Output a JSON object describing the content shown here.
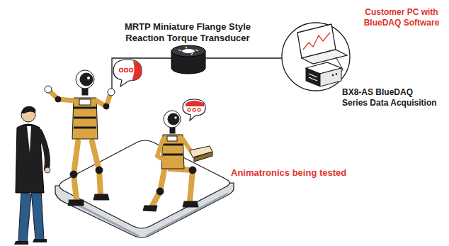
{
  "diagram": {
    "labels": [
      "MRTP Miniature Flange Style Reaction Torque Transducer",
      "Customer PC with BlueDAQ Software",
      "BX8-AS BlueDAQ Series Data Acquisition",
      "Animatronics being tested"
    ]
  }
}
